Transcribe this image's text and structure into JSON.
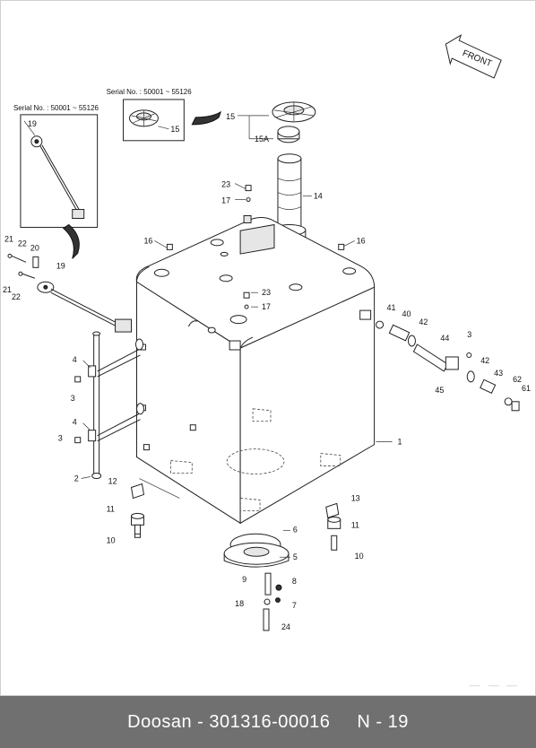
{
  "diagram": {
    "front_label": "FRONT",
    "serial_left": "Serial No. : 50001 ~ 55126",
    "serial_top": "Serial No. : 50001 ~ 55126",
    "callouts": {
      "c19a": "19",
      "c15a": "15",
      "c15": "15",
      "c15A": "15A",
      "c14": "14",
      "c23a": "23",
      "c17a": "17",
      "c16a": "16",
      "c16b": "16",
      "c21a": "21",
      "c22a": "22",
      "c20": "20",
      "c19b": "19",
      "c21b": "21",
      "c22b": "22",
      "c23b": "23",
      "c17b": "17",
      "c41": "41",
      "c40": "40",
      "c42a": "42",
      "c3a": "3",
      "c44": "44",
      "c42b": "42",
      "c43": "43",
      "c62": "62",
      "c61": "61",
      "c45": "45",
      "c4a": "4",
      "c3b": "3",
      "c4b": "4",
      "c3c": "3",
      "c1": "1",
      "c2": "2",
      "c12": "12",
      "c11a": "11",
      "c10a": "10",
      "c13": "13",
      "c11b": "11",
      "c10b": "10",
      "c6": "6",
      "c5": "5",
      "c9": "9",
      "c8": "8",
      "c18": "18",
      "c7": "7",
      "c24": "24"
    }
  },
  "footer": {
    "brand": "Doosan",
    "separator": "-",
    "part_number": "301316-00016",
    "page_ref": "N - 19"
  }
}
